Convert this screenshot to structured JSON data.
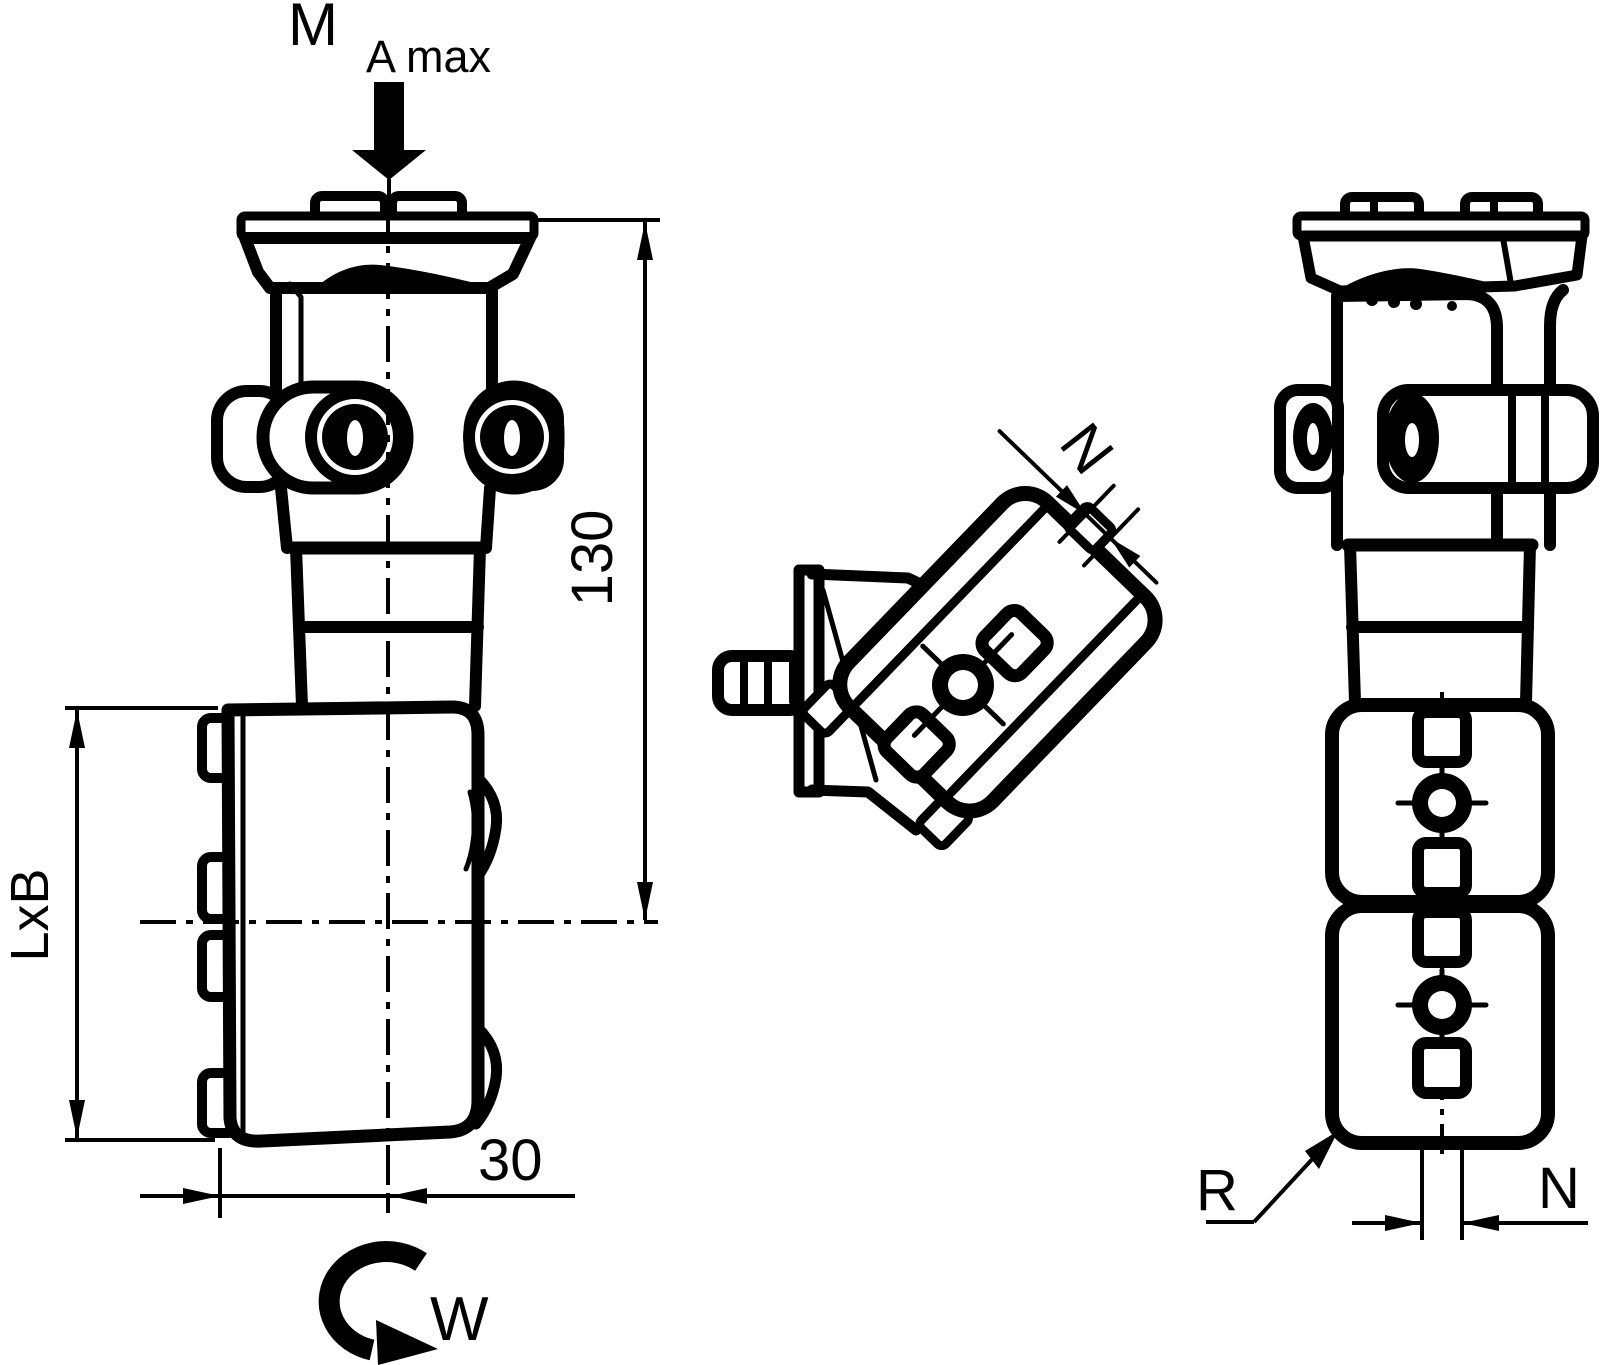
{
  "drawing": {
    "type": "technical-dimension-drawing",
    "labels": {
      "torque_main": "M",
      "torque_sub": "A max",
      "dim_height": "130",
      "dim_clamp": "LxB",
      "dim_depth": "30",
      "rotation": "W",
      "dim_slot_mid": "N",
      "dim_slot_right": "N",
      "radius_ref": "R"
    },
    "colors": {
      "ink": "#000000",
      "background": "#ffffff"
    },
    "views": {
      "left": "front-view-with-mounting-arrow",
      "middle": "tilted-bottom-view",
      "right": "side-view"
    }
  }
}
